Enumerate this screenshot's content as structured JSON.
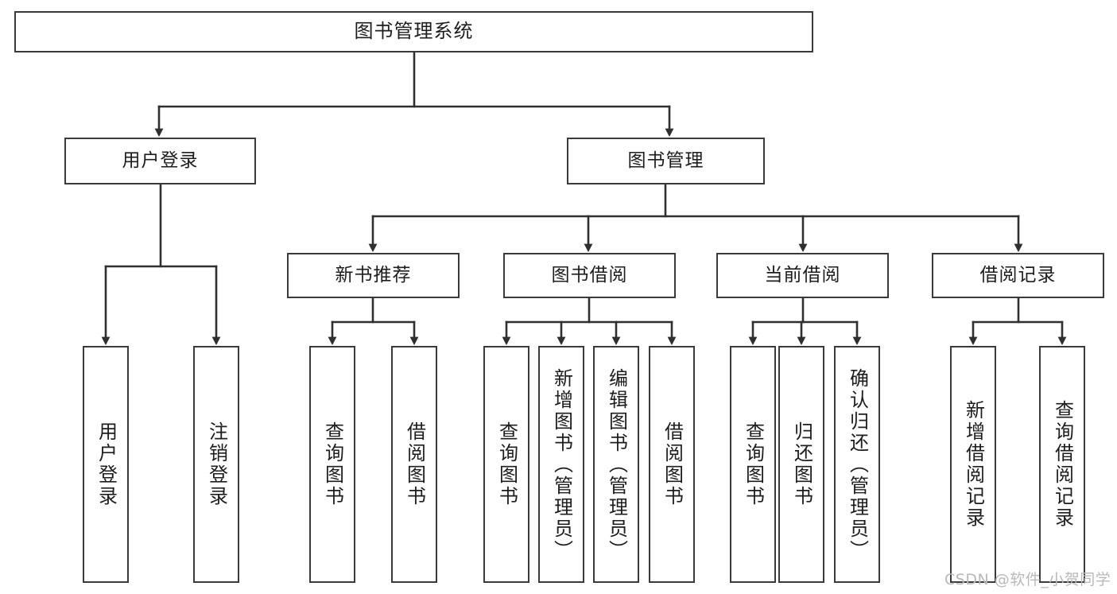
{
  "diagram": {
    "title": "图书管理系统",
    "type": "tree",
    "watermark": "CSDN @软件_小贺同学",
    "colors": {
      "background": "#ffffff",
      "node_border": "#3a3a3a",
      "node_fill": "#ffffff",
      "edge": "#2f2f2f",
      "text": "#1d1d1d",
      "watermark": "#b9b9b9"
    },
    "nodes": {
      "root": {
        "label": "图书管理系统",
        "level": 1
      },
      "user_login": {
        "label": "用户登录",
        "level": 2
      },
      "book_manage": {
        "label": "图书管理",
        "level": 2
      },
      "new_book_rec": {
        "label": "新书推荐",
        "level": 3
      },
      "book_borrow": {
        "label": "图书借阅",
        "level": 3
      },
      "current_borrow": {
        "label": "当前借阅",
        "level": 3
      },
      "borrow_record": {
        "label": "借阅记录",
        "level": 3
      },
      "leaf_user_login": {
        "label": "用户登录",
        "level": 4
      },
      "leaf_logout": {
        "label": "注销登录",
        "level": 4
      },
      "leaf_query_book_1": {
        "label": "查询图书",
        "level": 4
      },
      "leaf_borrow_book_1": {
        "label": "借阅图书",
        "level": 4
      },
      "leaf_query_book_2": {
        "label": "查询图书",
        "level": 4
      },
      "leaf_add_book": {
        "label": "新增图书（管理员）",
        "level": 4
      },
      "leaf_edit_book": {
        "label": "编辑图书（管理员）",
        "level": 4
      },
      "leaf_borrow_book_2": {
        "label": "借阅图书",
        "level": 4
      },
      "leaf_query_book_3": {
        "label": "查询图书",
        "level": 4
      },
      "leaf_return_book": {
        "label": "归还图书",
        "level": 4
      },
      "leaf_confirm_return": {
        "label": "确认归还（管理员）",
        "level": 4
      },
      "leaf_add_record": {
        "label": "新增借阅记录",
        "level": 4
      },
      "leaf_query_record": {
        "label": "查询借阅记录",
        "level": 4
      }
    },
    "edges": [
      {
        "from": "root",
        "to": "user_login"
      },
      {
        "from": "root",
        "to": "book_manage"
      },
      {
        "from": "book_manage",
        "to": "new_book_rec"
      },
      {
        "from": "book_manage",
        "to": "book_borrow"
      },
      {
        "from": "book_manage",
        "to": "current_borrow"
      },
      {
        "from": "book_manage",
        "to": "borrow_record"
      },
      {
        "from": "user_login",
        "to": "leaf_user_login"
      },
      {
        "from": "user_login",
        "to": "leaf_logout"
      },
      {
        "from": "new_book_rec",
        "to": "leaf_query_book_1"
      },
      {
        "from": "new_book_rec",
        "to": "leaf_borrow_book_1"
      },
      {
        "from": "book_borrow",
        "to": "leaf_query_book_2"
      },
      {
        "from": "book_borrow",
        "to": "leaf_add_book"
      },
      {
        "from": "book_borrow",
        "to": "leaf_edit_book"
      },
      {
        "from": "book_borrow",
        "to": "leaf_borrow_book_2"
      },
      {
        "from": "current_borrow",
        "to": "leaf_query_book_3"
      },
      {
        "from": "current_borrow",
        "to": "leaf_return_book"
      },
      {
        "from": "current_borrow",
        "to": "leaf_confirm_return"
      },
      {
        "from": "borrow_record",
        "to": "leaf_add_record"
      },
      {
        "from": "borrow_record",
        "to": "leaf_query_record"
      }
    ]
  }
}
